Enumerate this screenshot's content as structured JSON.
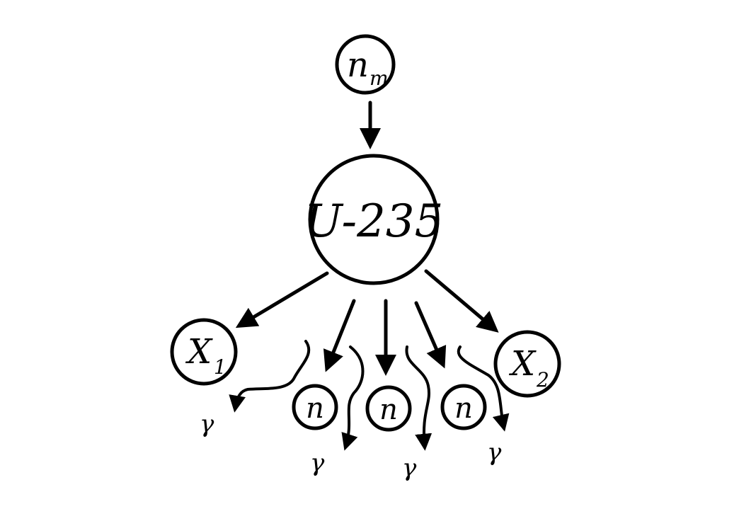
{
  "diagram": {
    "thermal_neutron": {
      "main": "n",
      "sub": "т"
    },
    "nucleus": {
      "label": "U-235"
    },
    "fragment_1": {
      "main": "X",
      "sub": "1"
    },
    "fragment_2": {
      "main": "X",
      "sub": "2"
    },
    "neutrons": [
      {
        "label": "n"
      },
      {
        "label": "n"
      },
      {
        "label": "n"
      }
    ],
    "gammas": [
      {
        "label": "γ"
      },
      {
        "label": "γ"
      },
      {
        "label": "γ"
      },
      {
        "label": "γ"
      }
    ],
    "colors": {
      "ink": "#000000",
      "paper": "#ffffff"
    }
  }
}
